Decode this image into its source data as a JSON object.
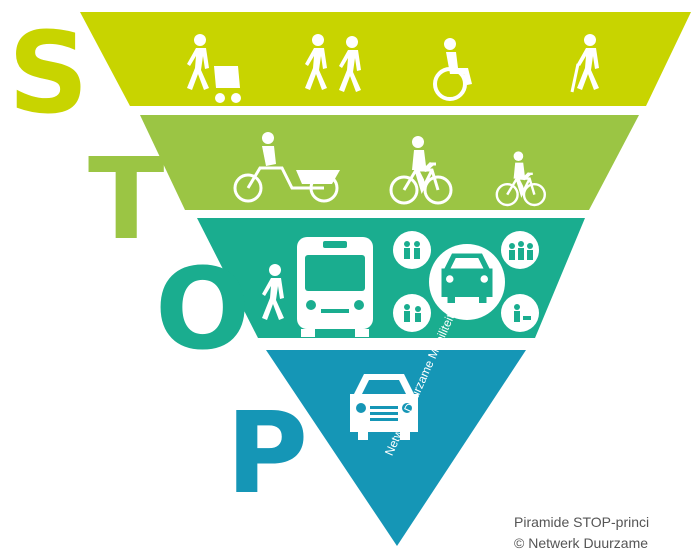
{
  "letters": [
    "S",
    "T",
    "O",
    "P"
  ],
  "watermark": "Netwerk Duurzame Mobiliteit",
  "caption_line1": "Piramide STOP-princi",
  "caption_line2": "© Netwerk Duurzame",
  "colors": {
    "tier_s": "#c8d400",
    "tier_t": "#9bc544",
    "tier_o": "#1aad8f",
    "tier_p": "#1596b6",
    "icon": "#ffffff"
  },
  "icons": {
    "tier_s": [
      "parent-with-stroller-icon",
      "walking-person-icon",
      "walking-couple-icon",
      "wheelchair-icon",
      "walking-cane-icon"
    ],
    "tier_t": [
      "cargo-bike-icon",
      "cyclist-icon",
      "child-cyclist-icon"
    ],
    "tier_o": [
      "pedestrian-icon",
      "bus-icon",
      "shared-car-icon",
      "people-group-icon"
    ],
    "tier_p": [
      "car-icon"
    ]
  }
}
